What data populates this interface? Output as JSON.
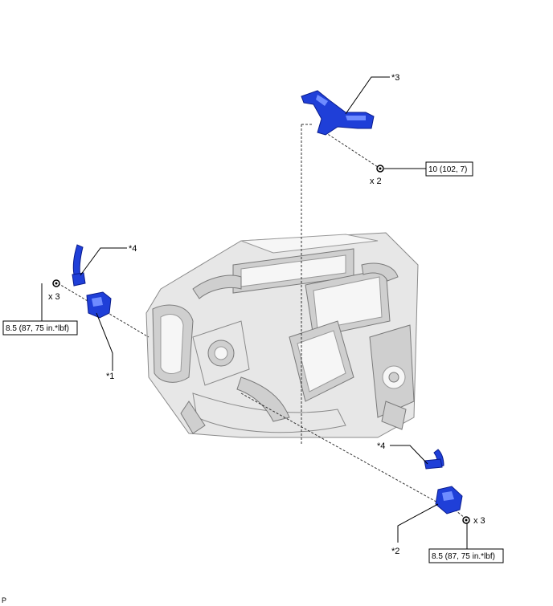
{
  "callouts": {
    "c3": "*3",
    "c4_upper": "*4",
    "c1": "*1",
    "c4_lower": "*4",
    "c2": "*2"
  },
  "quantities": {
    "top_bolts": "x 2",
    "left_bolts": "x 3",
    "right_bolts": "x 3"
  },
  "torque": {
    "top": "10 (102, 7)",
    "left": "8.5 (87, 75 in.*lbf)",
    "right": "8.5 (87, 75 in.*lbf)"
  },
  "corner_mark": "P",
  "colors": {
    "part_fill": "#1f3fd8",
    "engine_gray": "#e7e7e7"
  }
}
